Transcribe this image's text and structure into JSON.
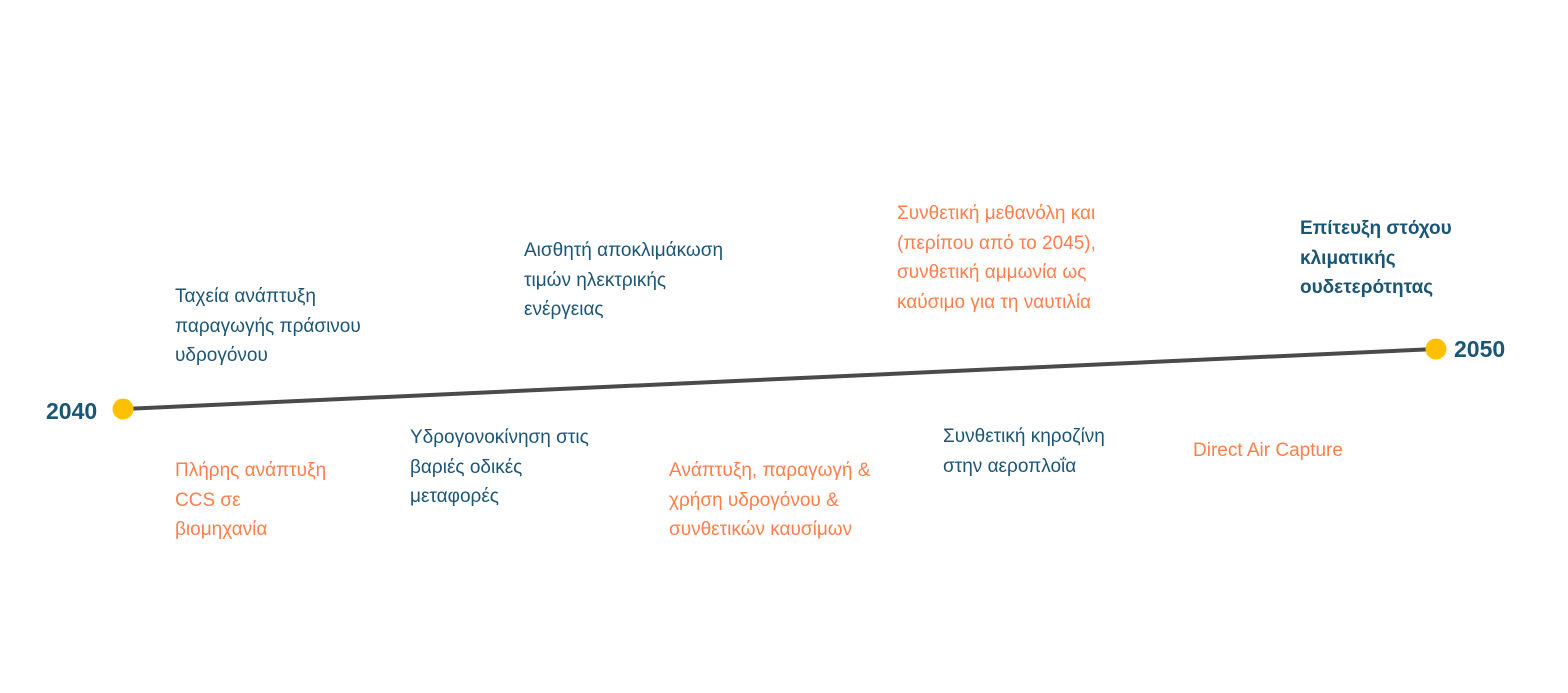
{
  "timeline": {
    "start_year": "2040",
    "end_year": "2050",
    "colors": {
      "line": "#4a4a4a",
      "dot": "#ffc000",
      "navy": "#1b5676",
      "orange": "#ff7e4a"
    },
    "above": [
      {
        "lines": [
          "Ταχεία ανάπτυξη",
          "παραγωγής πράσινου",
          "υδρογόνου"
        ]
      },
      {
        "lines": [
          "Αισθητή αποκλιμάκωση",
          "τιμών ηλεκτρικής",
          "ενέργειας"
        ]
      },
      {
        "lines": [
          "Συνθετική μεθανόλη και",
          "(περίπου από το 2045),",
          "συνθετική αμμωνία ως",
          "καύσιμο για τη ναυτιλία"
        ]
      },
      {
        "lines": [
          "Επίτευξη στόχου",
          "κλιματικής",
          "ουδετερότητας"
        ]
      }
    ],
    "below": [
      {
        "lines": [
          "Πλήρης ανάπτυξη",
          "CCS σε",
          "βιομηχανία"
        ]
      },
      {
        "lines": [
          "Υδρογονοκίνηση στις",
          "βαριές οδικές",
          "μεταφορές"
        ]
      },
      {
        "lines": [
          "Ανάπτυξη, παραγωγή &",
          "χρήση  υδρογόνου &",
          "συνθετικών καυσίμων"
        ]
      },
      {
        "lines": [
          "Συνθετική κηροζίνη",
          "στην αεροπλοΐα"
        ]
      },
      {
        "lines": [
          "Direct Air Capture"
        ]
      }
    ]
  }
}
